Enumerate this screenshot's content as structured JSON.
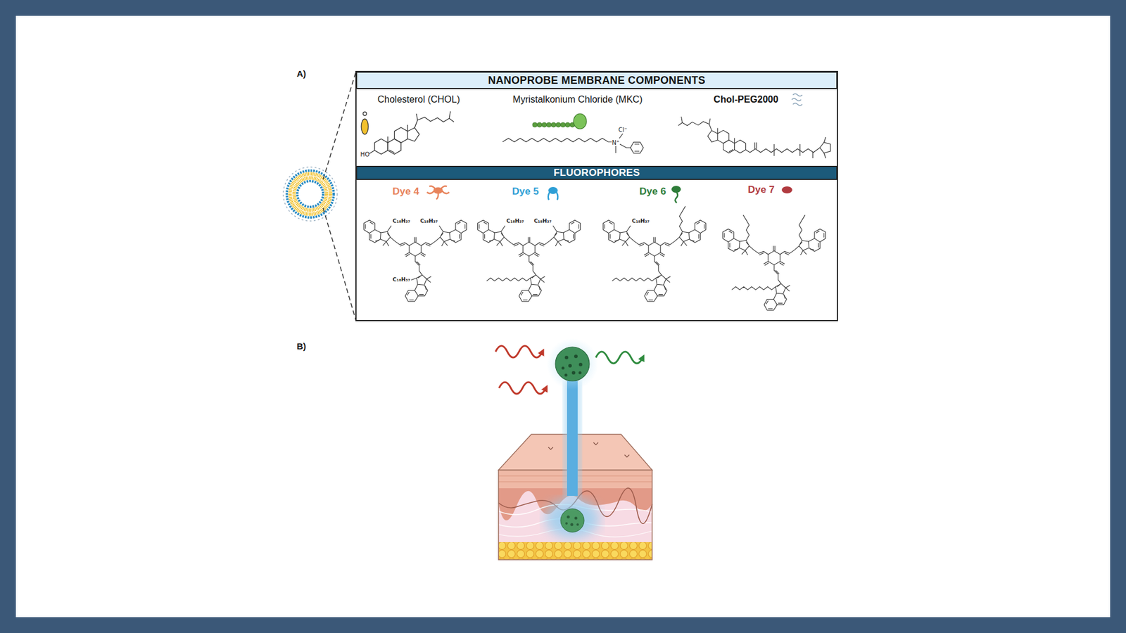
{
  "diagram": {
    "nodes": [
      {
        "text": [
          "NANOPROBE MEMBRANE COMPONENTS"
        ]
      },
      {
        "text": [
          "FLUOROPHORES"
        ]
      }
    ],
    "labels": [
      "A)",
      "Cholesterol (CHOL)",
      "Myristalkonium Chloride (MKC)",
      "Chol-PEG2000",
      "HO",
      "Cl⁻",
      "N⁺",
      "Dye 4",
      "Dye 5",
      "Dye 6",
      "Dye 7",
      "C₁₈H₃₇",
      "C₁₈H₃₇",
      "C₁₈H₃₇",
      "C₁₈H₃₇",
      "C₁₈H₃₇",
      "C₁₈H₃₇",
      "B)"
    ]
  }
}
